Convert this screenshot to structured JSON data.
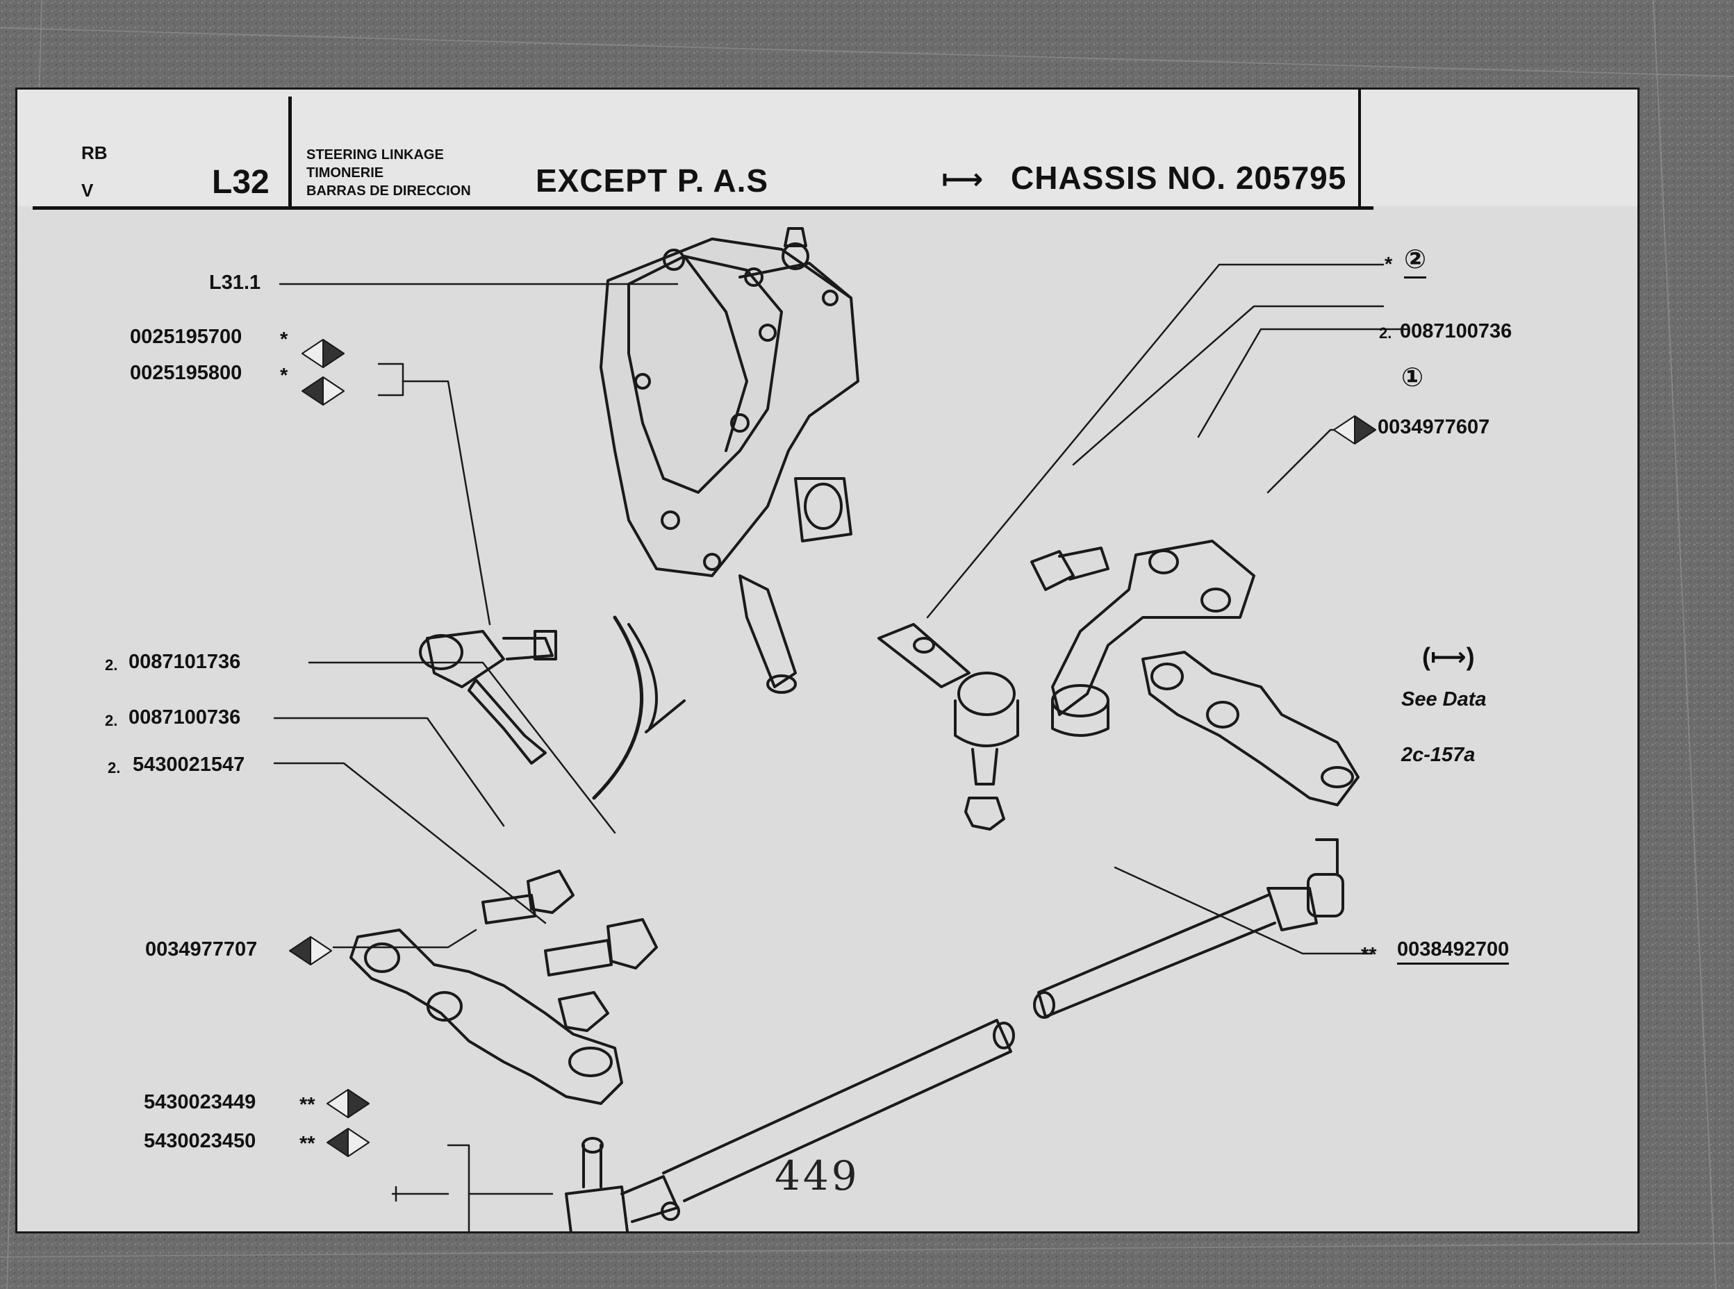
{
  "header": {
    "market_line1": "RB",
    "market_line2": "V",
    "section_code": "L32",
    "title_en": "STEERING LINKAGE",
    "title_fr": "TIMONERIE",
    "title_es": "BARRAS DE DIRECCION",
    "condition": "EXCEPT P. A.S",
    "chassis_arrow": "⟼",
    "chassis_label": "CHASSIS NO. 205795"
  },
  "parts": {
    "ref_l311": "L31.1",
    "p_0025195700": "0025195700",
    "p_0025195800": "0025195800",
    "star": "*",
    "dstar": "**",
    "ref_2": "②",
    "ref_1": "①",
    "qty2_a": "2.",
    "p_0087100736_right": "0087100736",
    "p_0034977607": "0034977607",
    "p_0087101736": "0087101736",
    "p_0087100736_left": "0087100736",
    "p_5430021547": "5430021547",
    "p_0034977707": "0034977707",
    "p_0038492700": "0038492700",
    "p_5430023449": "5430023449",
    "p_5430023450": "5430023450"
  },
  "note": {
    "range_symbol": "(⟼)",
    "line1": "See Data",
    "line2": "2c-157a"
  },
  "page_number_handwritten": "449",
  "colors": {
    "background": "#6e6e6e",
    "sheet": "#dcdcdc",
    "ink": "#111111"
  }
}
